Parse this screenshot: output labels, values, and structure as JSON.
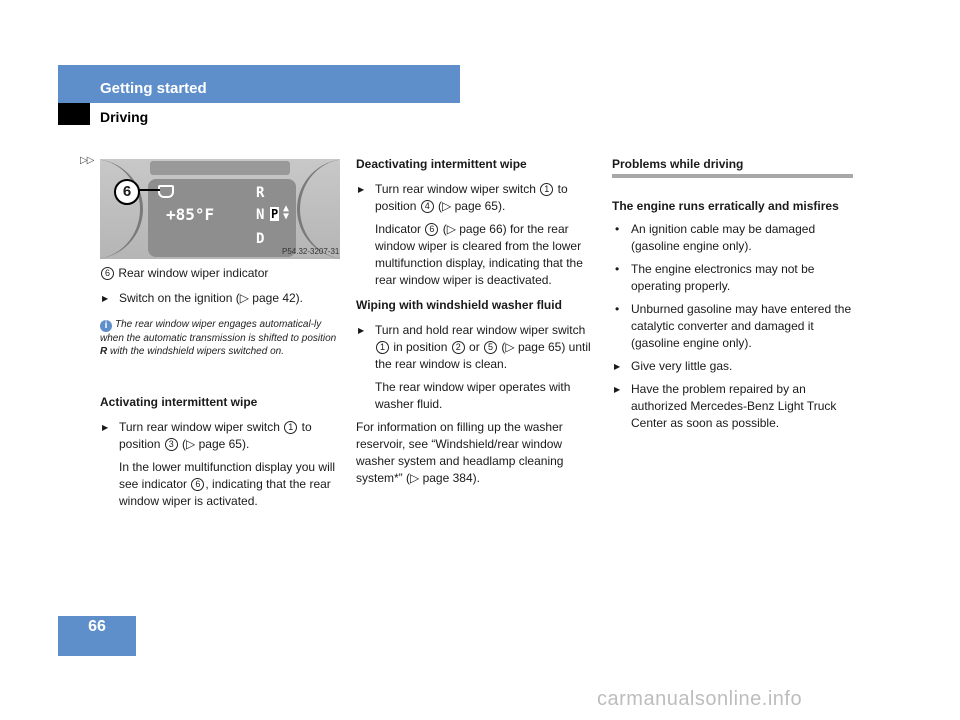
{
  "header": {
    "section": "Getting started",
    "subsection": "Driving"
  },
  "continuation_mark": "▷▷",
  "figure": {
    "callout": "6",
    "display_temperature": "+85°F",
    "gear_r": "R",
    "gear_n": "N",
    "gear_p": "P",
    "gear_d": "D",
    "figure_id": "P54.32-3207-31"
  },
  "col1": {
    "caption_num": "6",
    "caption_text": "Rear window wiper indicator",
    "step1": "Switch on the ignition (▷ page 42).",
    "info_before": "The rear window wiper engages automatical-ly when the automatic transmission is shifted to position ",
    "info_bold": "R",
    "info_after": " with the windshield wipers switched on.",
    "heading_activate": "Activating intermittent wipe",
    "act_step_a": "Turn rear window wiper switch ",
    "act_num1": "1",
    "act_step_b": " to position ",
    "act_num2": "3",
    "act_step_c": " (▷ page 65).",
    "act_para_a": "In the lower multifunction display you will see indicator ",
    "act_num3": "6",
    "act_para_b": ", indicating that the rear window wiper is activated."
  },
  "col2": {
    "heading_deactivate": "Deactivating intermittent wipe",
    "de_step_a": "Turn rear window wiper switch ",
    "de_num1": "1",
    "de_step_b": " to position ",
    "de_num2": "4",
    "de_step_c": " (▷ page 65).",
    "de_para_a": "Indicator ",
    "de_num3": "6",
    "de_para_b": " (▷ page 66) for the rear window wiper is cleared from the lower multifunction display, indicating that the rear window wiper is deactivated.",
    "heading_washer": "Wiping with windshield washer fluid",
    "wash_step_a": "Turn and hold rear window wiper switch ",
    "wash_num1": "1",
    "wash_step_b": " in position ",
    "wash_num2": "2",
    "wash_step_c": " or ",
    "wash_num3": "5",
    "wash_step_d": " (▷ page 65) until the rear window is clean.",
    "wash_para": "The rear window wiper operates with washer fluid.",
    "info_para": "For information on filling up the washer reservoir, see “Windshield/rear window washer system and headlamp cleaning system*” (▷ page 384)."
  },
  "col3": {
    "title": "Problems while driving",
    "subheading": "The engine runs erratically and misfires",
    "bullets": [
      "An ignition cable may be damaged (gasoline engine only).",
      "The engine electronics may not be operating properly.",
      "Unburned gasoline may have entered the catalytic converter and damaged it (gasoline engine only)."
    ],
    "steps": [
      "Give very little gas.",
      "Have the problem repaired by an authorized Mercedes-Benz Light Truck Center as soon as possible."
    ]
  },
  "footer": {
    "page_number": "66",
    "watermark": "carmanualsonline.info"
  },
  "colors": {
    "accent": "#5f8fcb"
  },
  "icons": [
    "info-icon",
    "triangle-step-icon",
    "bullet-icon"
  ]
}
